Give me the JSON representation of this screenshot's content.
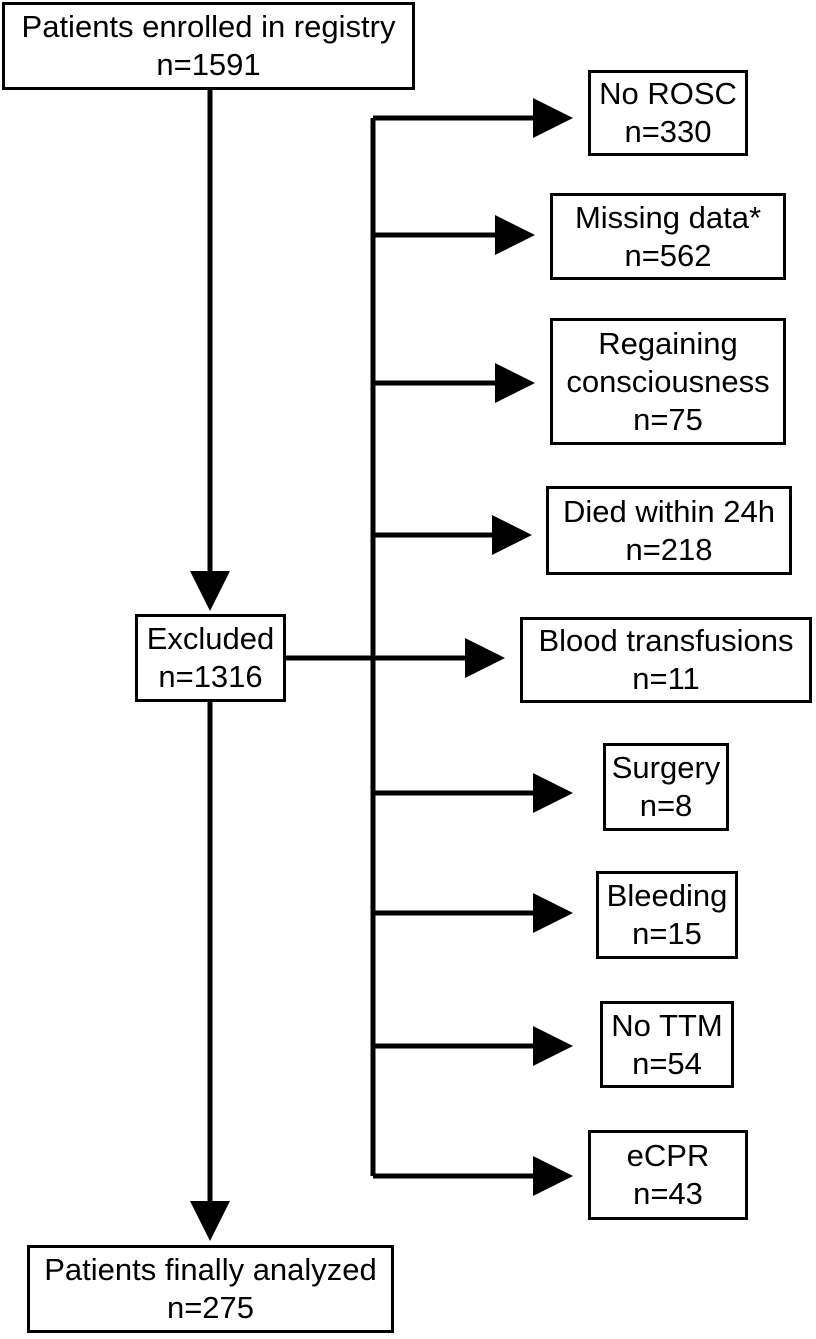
{
  "enrolled": {
    "label": "Patients enrolled in registry",
    "count": "n=1591"
  },
  "excluded": {
    "label": "Excluded",
    "count": "n=1316"
  },
  "analyzed": {
    "label": "Patients finally analyzed",
    "count": "n=275"
  },
  "exclusions": [
    {
      "lines": [
        "No ROSC"
      ],
      "count": "n=330"
    },
    {
      "lines": [
        "Missing data*"
      ],
      "count": "n=562"
    },
    {
      "lines": [
        "Regaining",
        "consciousness"
      ],
      "count": "n=75"
    },
    {
      "lines": [
        "Died within 24h"
      ],
      "count": "n=218"
    },
    {
      "lines": [
        "Blood transfusions"
      ],
      "count": "n=11"
    },
    {
      "lines": [
        "Surgery"
      ],
      "count": "n=8"
    },
    {
      "lines": [
        "Bleeding"
      ],
      "count": "n=15"
    },
    {
      "lines": [
        "No TTM"
      ],
      "count": "n=54"
    },
    {
      "lines": [
        "eCPR"
      ],
      "count": "n=43"
    }
  ]
}
